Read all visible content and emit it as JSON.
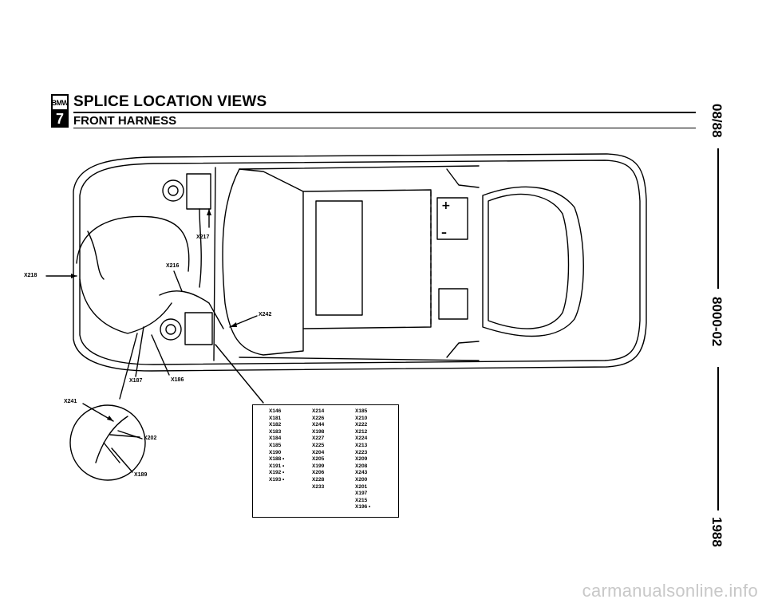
{
  "header": {
    "logo_top": "BMW",
    "logo_bottom": "7",
    "title": "SPLICE LOCATION VIEWS",
    "subtitle": "FRONT HARNESS"
  },
  "sidebar": {
    "date": "08/88",
    "doc_number": "8000-02",
    "year": "1988"
  },
  "labels": {
    "x218": "X218",
    "x217": "X217",
    "x216": "X216",
    "x242": "X242",
    "x187": "X187",
    "x186": "X186",
    "x241": "X241",
    "x202": "X202",
    "x189": "X189"
  },
  "splice_table": {
    "col1": [
      "X146",
      "X181",
      "X182",
      "X183",
      "X184",
      "X185",
      "X190",
      "X188 •",
      "X191 •",
      "X192 •",
      "X193 •"
    ],
    "col2": [
      "X214",
      "X226",
      "X244",
      "X198",
      "X227",
      "X225",
      "X204",
      "X205",
      "X199",
      "X206",
      "X228",
      "X233"
    ],
    "col3": [
      "X185",
      "X210",
      "X222",
      "X212",
      "X224",
      "X213",
      "X223",
      "X209",
      "X208",
      "X243",
      "X200",
      "X201",
      "X197",
      "X215",
      "X196 •"
    ]
  },
  "watermark": "carmanualsonline.info"
}
